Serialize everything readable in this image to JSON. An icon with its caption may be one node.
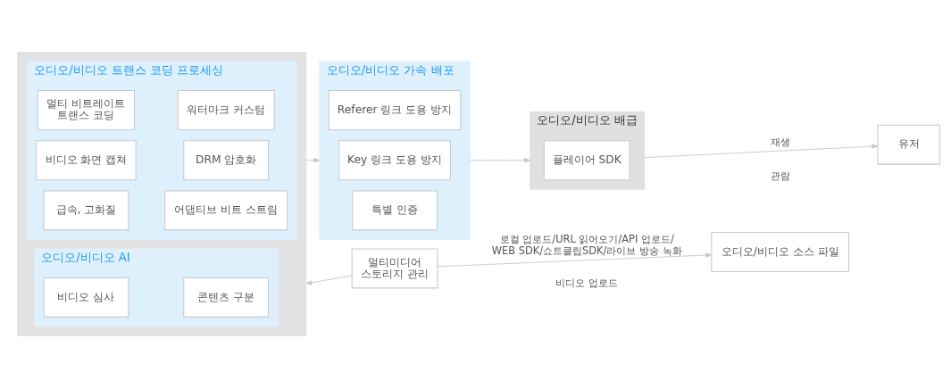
{
  "diagram": {
    "nodes": [
      {
        "text": [],
        "shape": "box"
      },
      {
        "text": [
          "오디오/비디오 트랜스 코딩 프로세싱"
        ],
        "in": 0
      },
      {
        "text": [
          "멀티 비트레이트 트랜스 코딩"
        ],
        "in": 1
      },
      {
        "text": [
          "워터마크 커스텀"
        ],
        "in": 1
      },
      {
        "text": [
          "비디오 화면 캡쳐"
        ],
        "in": 1
      },
      {
        "text": [
          "DRM 암호화"
        ],
        "in": 1
      },
      {
        "text": [
          "급속, 고화질"
        ],
        "in": 1
      },
      {
        "text": [
          "어댑티브 비트 스트림"
        ],
        "in": 1
      },
      {
        "text": [
          "오디오/비디오 AI"
        ],
        "in": 0
      },
      {
        "text": [
          "비디오 심사"
        ],
        "in": 8
      },
      {
        "text": [
          "콘텐츠 구분"
        ],
        "in": 8
      },
      {
        "text": [
          "오디오/비디오 가속 배포"
        ]
      },
      {
        "text": [
          "Referer 링크 도용 방지"
        ],
        "in": 11
      },
      {
        "text": [
          "Key 링크 도용 방지"
        ],
        "in": 11
      },
      {
        "text": [
          "특별 인증"
        ],
        "in": 11
      },
      {
        "text": [
          "오디오/비디오 배급"
        ]
      },
      {
        "text": [
          "플레이어 SDK"
        ],
        "in": 15
      },
      {
        "text": [
          "유저"
        ]
      },
      {
        "text": [
          "멀티미디어 스토리지 관리"
        ]
      },
      {
        "text": [
          "오디오/비디오 소스 파일"
        ]
      }
    ],
    "edges": [
      {
        "from": 0,
        "to": 11,
        "arrow": "to"
      },
      {
        "from": 11,
        "to": 15,
        "arrow": "to"
      },
      {
        "from": 15,
        "to": 17,
        "arrow": "to",
        "label": "재생"
      },
      {
        "from": 18,
        "to": 0,
        "arrow": "to"
      },
      {
        "from": 18,
        "to": 19,
        "arrow": "to",
        "label": "로컬 업로드/URL 읽어오기/API 업로드/ WEB SDK/쇼트클립SDK/라이브 방송 녹화"
      }
    ],
    "labels": [
      "관람",
      "비디오 업로드"
    ]
  }
}
